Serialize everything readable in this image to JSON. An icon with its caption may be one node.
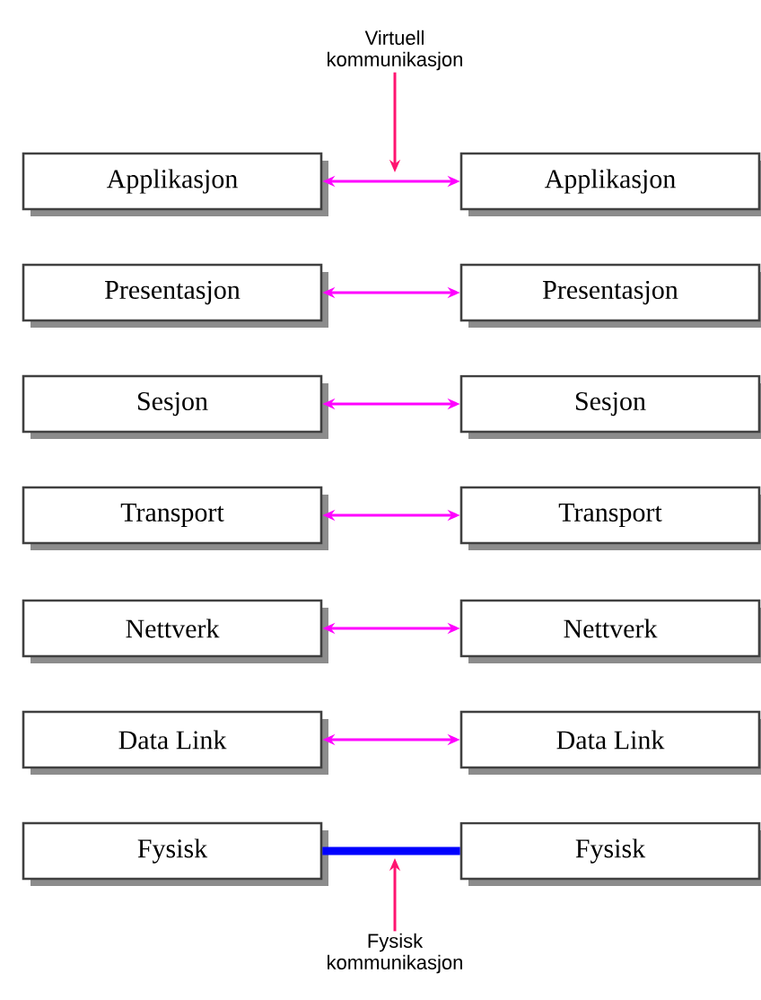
{
  "diagram": {
    "nodes": [
      {
        "text": [
          "Virtuell kommunikasjon"
        ]
      },
      {
        "text": [
          "Applikasjon"
        ]
      },
      {
        "text": [
          "Applikasjon"
        ]
      },
      {
        "text": [
          "Presentasjon"
        ]
      },
      {
        "text": [
          "Presentasjon"
        ]
      },
      {
        "text": [
          "Sesjon"
        ]
      },
      {
        "text": [
          "Sesjon"
        ]
      },
      {
        "text": [
          "Transport"
        ]
      },
      {
        "text": [
          "Transport"
        ]
      },
      {
        "text": [
          "Nettverk"
        ]
      },
      {
        "text": [
          "Nettverk"
        ]
      },
      {
        "text": [
          "Data Link"
        ]
      },
      {
        "text": [
          "Data Link"
        ]
      },
      {
        "text": [
          "Fysisk"
        ]
      },
      {
        "text": [
          "Fysisk"
        ]
      },
      {
        "text": [
          "Fysisk kommunikasjon"
        ]
      }
    ],
    "edges": [
      {
        "from": 1,
        "to": 2,
        "arrow": "both"
      },
      {
        "from": 3,
        "to": 4,
        "arrow": "both"
      },
      {
        "from": 5,
        "to": 6,
        "arrow": "both"
      },
      {
        "from": 7,
        "to": 8,
        "arrow": "both"
      },
      {
        "from": 9,
        "to": 10,
        "arrow": "both"
      },
      {
        "from": 11,
        "to": 12,
        "arrow": "both"
      },
      {
        "from": 13,
        "to": 14,
        "arrow": "none",
        "style": "thick",
        "color": "#0000ff"
      },
      {
        "from": 0,
        "to": null,
        "arrow": "to",
        "color": "#ff1470"
      },
      {
        "from": 15,
        "to": null,
        "arrow": "to",
        "color": "#ff1470"
      }
    ]
  }
}
